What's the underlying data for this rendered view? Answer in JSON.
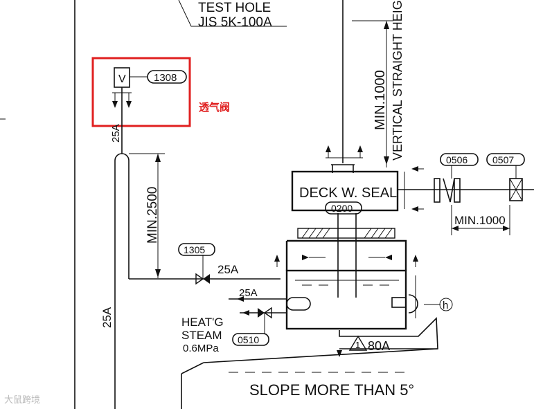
{
  "drawing": {
    "test_hole_line1": "TEST HOLE",
    "test_hole_line2": "JIS 5K-100A",
    "vertical_dim_a": "MIN.1000",
    "vertical_dim_b": "VERTICAL STRAIGHT HEIGHT",
    "vent_valve_symbol": "V",
    "vent_valve_tag": "1308",
    "vent_valve_callout": "透气阀",
    "pipe_size_top": "25A",
    "pipe_size_left": "25A",
    "riser_min": "MIN.2500",
    "valve_1305_tag": "1305",
    "pipe_size_mid": "25A",
    "deck_seal_label": "DECK W. SEAL",
    "deck_seal_tag": "0200",
    "tag_0506": "0506",
    "tag_0507": "0507",
    "min_1000_h": "MIN.1000",
    "steam_pipe_size": "25A",
    "heating_line1": "HEAT'G",
    "heating_line2": "STEAM",
    "heating_line3": "0.6MPa",
    "valve_0510_tag": "0510",
    "level_h": "h",
    "drain_size": "80A",
    "slope_note": "SLOPE MORE THAN 5°",
    "watermark": "大鼠跨境"
  },
  "colors": {
    "line": "#111111",
    "callout_red": "#e02020",
    "watermark": "#bbbbbb"
  }
}
